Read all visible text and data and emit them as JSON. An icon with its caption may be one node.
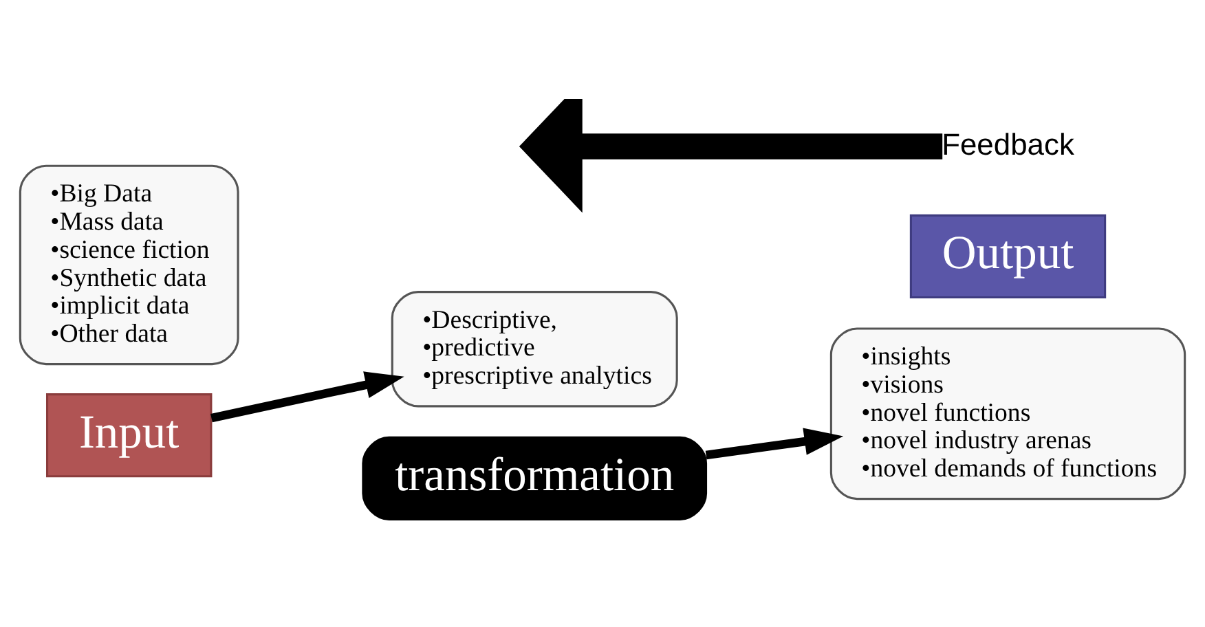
{
  "diagram": {
    "nodes": [
      {
        "text": [
          "•Big Data",
          "•Mass data",
          "•science fiction",
          "•Synthetic data",
          "•implicit data",
          "•Other data"
        ]
      },
      {
        "text": [
          "Input"
        ]
      },
      {
        "text": [
          "•Descriptive,",
          "•predictive",
          "•prescriptive analytics"
        ]
      },
      {
        "text": [
          "transformation"
        ]
      },
      {
        "text": [
          "•insights",
          "•visions",
          "•novel functions",
          "•novel industry arenas",
          "•novel demands of functions"
        ]
      },
      {
        "text": [
          "Output"
        ]
      },
      {
        "text": [
          "Feedback"
        ]
      }
    ],
    "edges": [
      {
        "from": 1,
        "to": 2,
        "arrow": "to"
      },
      {
        "from": 3,
        "to": 4,
        "arrow": "to"
      },
      {
        "from": 6,
        "to": null,
        "arrow": "to",
        "style": "thick"
      }
    ]
  }
}
